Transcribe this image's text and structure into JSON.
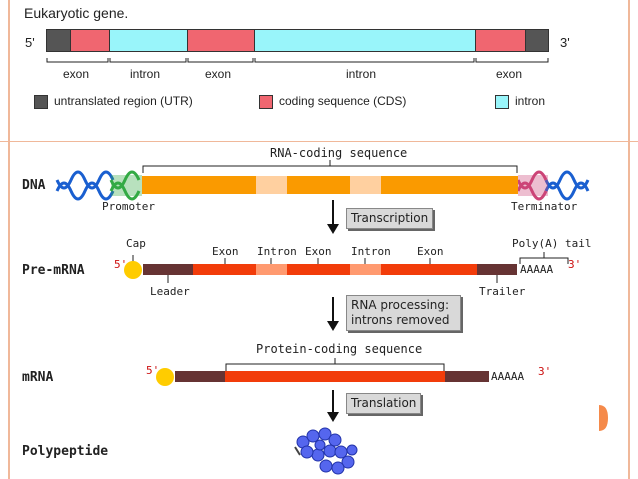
{
  "top": {
    "title": "Eukaryotic gene.",
    "end5": "5'",
    "end3": "3'",
    "segment_labels": [
      "exon",
      "intron",
      "exon",
      "intron",
      "exon"
    ],
    "legend": {
      "utr": "untranslated region (UTR)",
      "cds": "coding sequence (CDS)",
      "intron": "intron"
    },
    "colors": {
      "utr": "#555555",
      "cds": "#f06670",
      "intron": "#99f5fa"
    }
  },
  "bottom": {
    "rna_coding": "RNA-coding sequence",
    "dna": "DNA",
    "promoter": "Promoter",
    "terminator": "Terminator",
    "transcription": "Transcription",
    "premrna": "Pre-mRNA",
    "cap": "Cap",
    "exon": "Exon",
    "intron": "Intron",
    "polya_tail": "Poly(A) tail",
    "five_prime": "5'",
    "three_prime": "3'",
    "aaaaa": "AAAAA",
    "leader": "Leader",
    "trailer": "Trailer",
    "processing_line1": "RNA processing:",
    "processing_line2": "introns removed",
    "protein_coding": "Protein-coding sequence",
    "mrna": "mRNA",
    "translation": "Translation",
    "polypeptide": "Polypeptide",
    "colors": {
      "dna_exon": "#fa9a00",
      "dna_intron": "#ffd0a0",
      "rna_exon": "#f23c0a",
      "rna_intron": "#ff9a70",
      "utr": "#663333",
      "cap": "#ffcc00",
      "helix": "#1a5fd0",
      "promoter": "#33aa44",
      "terminator": "#cc4477",
      "protein": "#5566ee"
    }
  }
}
